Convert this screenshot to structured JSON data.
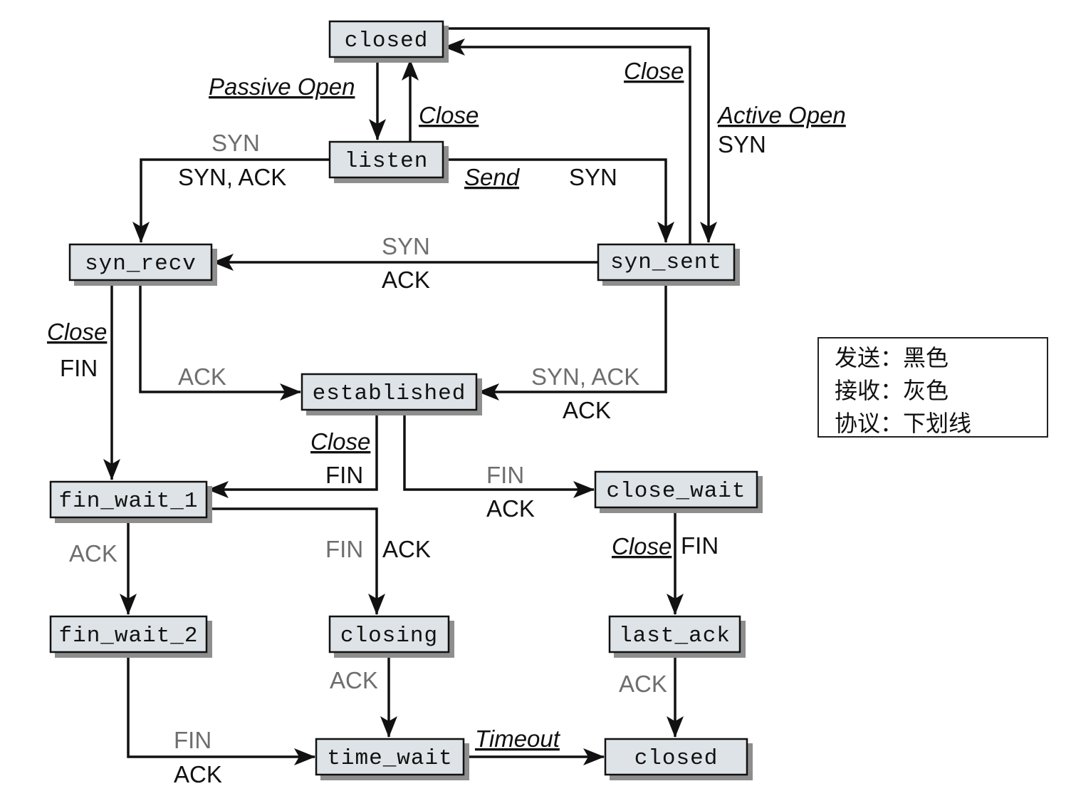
{
  "diagram": {
    "states": {
      "closed_top": "closed",
      "listen": "listen",
      "syn_recv": "syn_recv",
      "syn_sent": "syn_sent",
      "established": "established",
      "fin_wait_1": "fin_wait_1",
      "close_wait": "close_wait",
      "fin_wait_2": "fin_wait_2",
      "closing": "closing",
      "last_ack": "last_ack",
      "time_wait": "time_wait",
      "closed_bottom": "closed"
    },
    "labels": {
      "passive_open": "Passive Open",
      "close_listen": "Close",
      "close_syn_sent": "Close",
      "active_open": "Active Open",
      "active_open_syn": "SYN",
      "listen_recv_syn": "SYN",
      "listen_send_synack": "SYN, ACK",
      "send": "Send",
      "send_syn": "SYN",
      "sent_recv_syn": "SYN",
      "sent_send_ack": "ACK",
      "recv_close": "Close",
      "recv_close_fin": "FIN",
      "recv_ack": "ACK",
      "sent_recv_synack": "SYN, ACK",
      "sent_send_ack2": "ACK",
      "est_close": "Close",
      "est_close_fin": "FIN",
      "est_recv_fin": "FIN",
      "est_send_ack": "ACK",
      "fw1_recv_ack": "ACK",
      "fw1_recv_fin": "FIN",
      "fw1_send_ack": "ACK",
      "cw_close": "Close",
      "cw_send_fin": "FIN",
      "closing_recv_ack": "ACK",
      "la_recv_ack": "ACK",
      "fw2_recv_fin": "FIN",
      "fw2_send_ack": "ACK",
      "timeout": "Timeout"
    },
    "colors": {
      "send": "#111111",
      "receive": "#6e6e6e",
      "node_fill": "#dde3e6"
    }
  },
  "legend": {
    "send": "发送：黑色",
    "receive": "接收：灰色",
    "protocol": "协议：下划线"
  }
}
